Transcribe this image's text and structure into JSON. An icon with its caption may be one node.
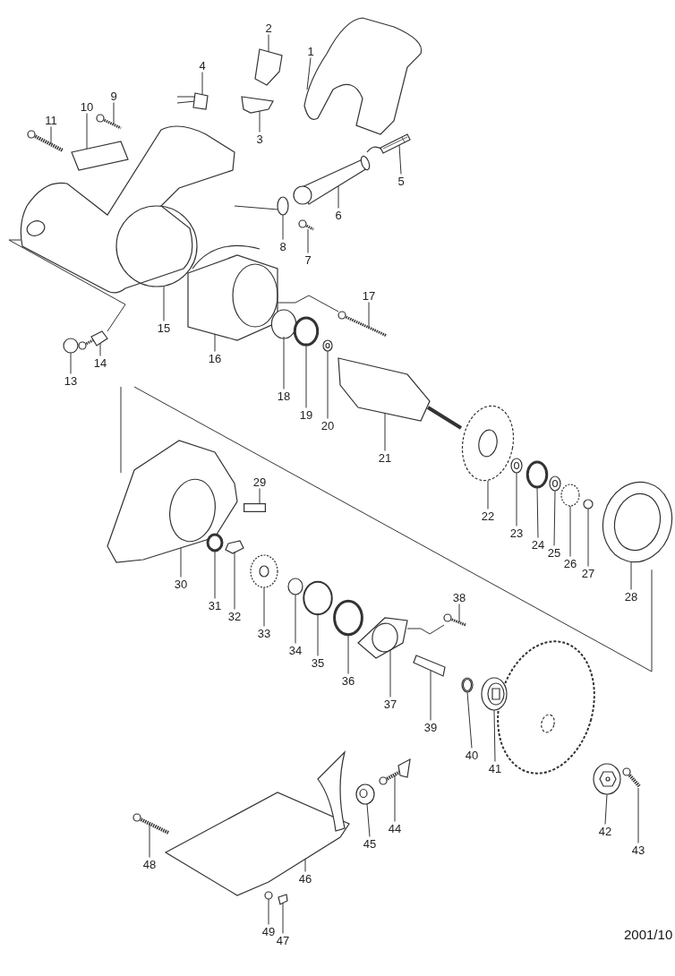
{
  "diagram": {
    "nodes": [
      {
        "text": [
          "1"
        ]
      },
      {
        "text": [
          "2"
        ]
      },
      {
        "text": [
          "3"
        ]
      },
      {
        "text": [
          "4"
        ]
      },
      {
        "text": [
          "5"
        ]
      },
      {
        "text": [
          "6"
        ]
      },
      {
        "text": [
          "7"
        ]
      },
      {
        "text": [
          "8"
        ]
      },
      {
        "text": [
          "9"
        ]
      },
      {
        "text": [
          "10"
        ]
      },
      {
        "text": [
          "11"
        ]
      },
      {
        "text": [
          "13"
        ]
      },
      {
        "text": [
          "14"
        ]
      },
      {
        "text": [
          "15"
        ]
      },
      {
        "text": [
          "16"
        ]
      },
      {
        "text": [
          "17"
        ]
      },
      {
        "text": [
          "18"
        ]
      },
      {
        "text": [
          "19"
        ]
      },
      {
        "text": [
          "20"
        ]
      },
      {
        "text": [
          "21"
        ]
      },
      {
        "text": [
          "22"
        ]
      },
      {
        "text": [
          "23"
        ]
      },
      {
        "text": [
          "24"
        ]
      },
      {
        "text": [
          "25"
        ]
      },
      {
        "text": [
          "26"
        ]
      },
      {
        "text": [
          "27"
        ]
      },
      {
        "text": [
          "28"
        ]
      },
      {
        "text": [
          "29"
        ]
      },
      {
        "text": [
          "30"
        ]
      },
      {
        "text": [
          "31"
        ]
      },
      {
        "text": [
          "32"
        ]
      },
      {
        "text": [
          "33"
        ]
      },
      {
        "text": [
          "34"
        ]
      },
      {
        "text": [
          "35"
        ]
      },
      {
        "text": [
          "36"
        ]
      },
      {
        "text": [
          "37"
        ]
      },
      {
        "text": [
          "38"
        ]
      },
      {
        "text": [
          "39"
        ]
      },
      {
        "text": [
          "40"
        ]
      },
      {
        "text": [
          "41"
        ]
      },
      {
        "text": [
          "42"
        ]
      },
      {
        "text": [
          "43"
        ]
      },
      {
        "text": [
          "44"
        ]
      },
      {
        "text": [
          "45"
        ]
      },
      {
        "text": [
          "46"
        ]
      },
      {
        "text": [
          "47"
        ]
      },
      {
        "text": [
          "48"
        ]
      },
      {
        "text": [
          "49"
        ]
      },
      {
        "text": [],
        "shape": "picture"
      },
      {
        "text": [],
        "shape": "picture"
      },
      {
        "text": [],
        "shape": "picture"
      },
      {
        "text": [],
        "shape": "picture"
      },
      {
        "text": [],
        "shape": "picture"
      },
      {
        "text": [],
        "shape": "picture"
      },
      {
        "text": [],
        "shape": "picture"
      },
      {
        "text": [],
        "shape": "picture"
      },
      {
        "text": [],
        "shape": "picture"
      },
      {
        "text": [],
        "shape": "picture"
      },
      {
        "text": [],
        "shape": "picture"
      },
      {
        "text": [],
        "shape": "picture"
      },
      {
        "text": [],
        "shape": "picture"
      },
      {
        "text": [],
        "shape": "picture"
      },
      {
        "text": [],
        "shape": "picture"
      },
      {
        "text": [],
        "shape": "picture"
      },
      {
        "text": [],
        "shape": "circle"
      },
      {
        "text": [],
        "shape": "circle"
      },
      {
        "text": [],
        "shape": "picture"
      },
      {
        "text": [],
        "shape": "picture"
      },
      {
        "text": [],
        "shape": "picture"
      },
      {
        "text": [],
        "shape": "picture"
      },
      {
        "text": [],
        "shape": "circle"
      },
      {
        "text": [],
        "shape": "picture"
      },
      {
        "text": [],
        "shape": "picture"
      },
      {
        "text": [],
        "shape": "picture"
      },
      {
        "text": [],
        "shape": "picture"
      },
      {
        "text": [],
        "shape": "box"
      },
      {
        "text": [],
        "shape": "picture"
      },
      {
        "text": [],
        "shape": "picture"
      },
      {
        "text": [],
        "shape": "picture"
      },
      {
        "text": [],
        "shape": "picture"
      },
      {
        "text": [],
        "shape": "picture"
      },
      {
        "text": [],
        "shape": "circle"
      },
      {
        "text": [],
        "shape": "circle"
      },
      {
        "text": [],
        "shape": "picture"
      },
      {
        "text": [],
        "shape": "picture"
      },
      {
        "text": [],
        "shape": "picture"
      },
      {
        "text": [],
        "shape": "picture"
      },
      {
        "text": [],
        "shape": "picture"
      },
      {
        "text": [],
        "shape": "picture"
      },
      {
        "text": [],
        "shape": "picture"
      },
      {
        "text": [],
        "shape": "picture"
      },
      {
        "text": [],
        "shape": "picture"
      },
      {
        "text": [],
        "shape": "picture"
      },
      {
        "text": [],
        "shape": "picture"
      },
      {
        "text": [],
        "shape": "picture"
      },
      {
        "text": [],
        "shape": "picture"
      }
    ],
    "edges": [
      {
        "from": 0,
        "to": 48,
        "arrow": "none"
      },
      {
        "from": 1,
        "to": 49,
        "arrow": "none"
      },
      {
        "from": 2,
        "to": 50,
        "arrow": "none"
      },
      {
        "from": 3,
        "to": 51,
        "arrow": "none"
      },
      {
        "from": 4,
        "to": 52,
        "arrow": "none"
      },
      {
        "from": 5,
        "to": 53,
        "arrow": "none"
      },
      {
        "from": 6,
        "to": 54,
        "arrow": "none"
      },
      {
        "from": 7,
        "to": 55,
        "arrow": "none"
      },
      {
        "from": 8,
        "to": 56,
        "arrow": "none"
      },
      {
        "from": 9,
        "to": 57,
        "arrow": "none"
      },
      {
        "from": 10,
        "to": 58,
        "arrow": "none"
      },
      {
        "from": 11,
        "to": 59,
        "arrow": "none"
      },
      {
        "from": 12,
        "to": 60,
        "arrow": "none"
      },
      {
        "from": 13,
        "to": 61,
        "arrow": "none"
      },
      {
        "from": 14,
        "to": 62,
        "arrow": "none"
      },
      {
        "from": 15,
        "to": 63,
        "arrow": "none"
      },
      {
        "from": 16,
        "to": 64,
        "arrow": "none"
      },
      {
        "from": 17,
        "to": 65,
        "arrow": "none"
      },
      {
        "from": 18,
        "to": 66,
        "arrow": "none"
      },
      {
        "from": 19,
        "to": 67,
        "arrow": "none"
      },
      {
        "from": 20,
        "to": 68,
        "arrow": "none"
      },
      {
        "from": 21,
        "to": 69,
        "arrow": "none"
      },
      {
        "from": 22,
        "to": 70,
        "arrow": "none"
      },
      {
        "from": 23,
        "to": 71,
        "arrow": "none"
      },
      {
        "from": 24,
        "to": 72,
        "arrow": "none"
      },
      {
        "from": 25,
        "to": 73,
        "arrow": "none"
      },
      {
        "from": 26,
        "to": 74,
        "arrow": "none"
      },
      {
        "from": 27,
        "to": 75,
        "arrow": "none"
      },
      {
        "from": 28,
        "to": 76,
        "arrow": "none"
      },
      {
        "from": 29,
        "to": 77,
        "arrow": "none"
      },
      {
        "from": 30,
        "to": 78,
        "arrow": "none"
      },
      {
        "from": 31,
        "to": 79,
        "arrow": "none"
      },
      {
        "from": 32,
        "to": 80,
        "arrow": "none"
      },
      {
        "from": 33,
        "to": 81,
        "arrow": "none"
      },
      {
        "from": 34,
        "to": 82,
        "arrow": "none"
      },
      {
        "from": 35,
        "to": 83,
        "arrow": "none"
      },
      {
        "from": 36,
        "to": 84,
        "arrow": "none"
      },
      {
        "from": 37,
        "to": 85,
        "arrow": "none"
      },
      {
        "from": 38,
        "to": 86,
        "arrow": "none"
      },
      {
        "from": 39,
        "to": 87,
        "arrow": "none"
      },
      {
        "from": 40,
        "to": 88,
        "arrow": "none"
      },
      {
        "from": 41,
        "to": 89,
        "arrow": "none"
      },
      {
        "from": 42,
        "to": 90,
        "arrow": "none"
      },
      {
        "from": 43,
        "to": 91,
        "arrow": "none"
      },
      {
        "from": 44,
        "to": 92,
        "arrow": "none"
      },
      {
        "from": 45,
        "to": 93,
        "arrow": "none"
      },
      {
        "from": 46,
        "to": 94,
        "arrow": "none"
      },
      {
        "from": 47,
        "to": 95,
        "arrow": "none"
      },
      {
        "from": 61,
        "to": 60,
        "arrow": "none"
      },
      {
        "from": null,
        "to": 76,
        "arrow": "none"
      },
      {
        "from": null,
        "to": 74,
        "arrow": "none"
      },
      {
        "from": 62,
        "to": 63,
        "arrow": "none"
      },
      {
        "from": 83,
        "to": 84,
        "arrow": "none"
      },
      {
        "from": 61,
        "to": 55,
        "arrow": "none"
      }
    ],
    "labels": [
      "2001/10"
    ]
  }
}
